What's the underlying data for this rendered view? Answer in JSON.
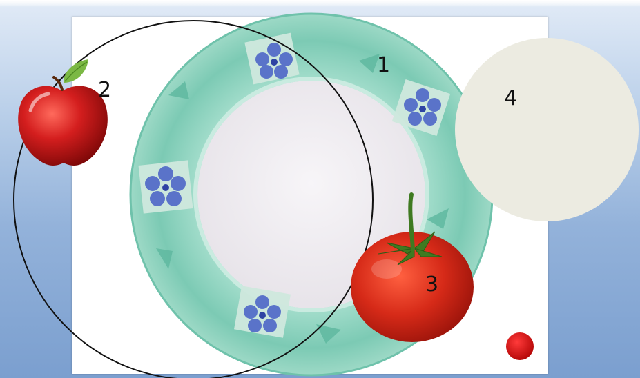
{
  "labels": {
    "plate": "1",
    "apple": "2",
    "tomato": "3",
    "disc": "4"
  },
  "colors": {
    "background_blue": "#8aa9d6",
    "slide_white": "#ffffff",
    "plate_rim": "#8fd3c0",
    "plate_center": "#f3f0f4",
    "flower_blue": "#5a73c9",
    "apple_red": "#c4171a",
    "leaf_green": "#7bb844",
    "tomato_red": "#d42a1a",
    "disc_beige": "#ecebe1",
    "dot_red": "#d10f0f",
    "outline_black": "#111111"
  },
  "icons": [
    "plate-icon",
    "apple-icon",
    "tomato-icon",
    "disc-shape",
    "red-dot-shape",
    "outline-circle"
  ]
}
